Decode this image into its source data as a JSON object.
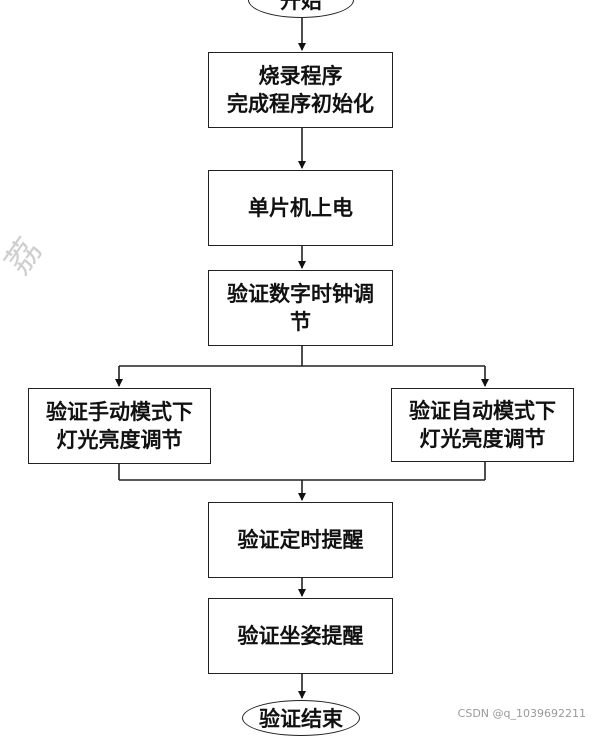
{
  "flow": {
    "start": "开始",
    "step_burn": [
      "烧录程序",
      "完成程序初始化"
    ],
    "step_power": [
      "单片机上电"
    ],
    "step_clock": [
      "验证数字时钟调",
      "节"
    ],
    "branch_manual": [
      "验证手动模式下",
      "灯光亮度调节"
    ],
    "branch_auto": [
      "验证自动模式下",
      "灯光亮度调节"
    ],
    "step_timer": [
      "验证定时提醒"
    ],
    "step_posture": [
      "验证坐姿提醒"
    ],
    "end": "验证结束"
  },
  "watermark": "荔",
  "credit": "CSDN @q_1039692211"
}
